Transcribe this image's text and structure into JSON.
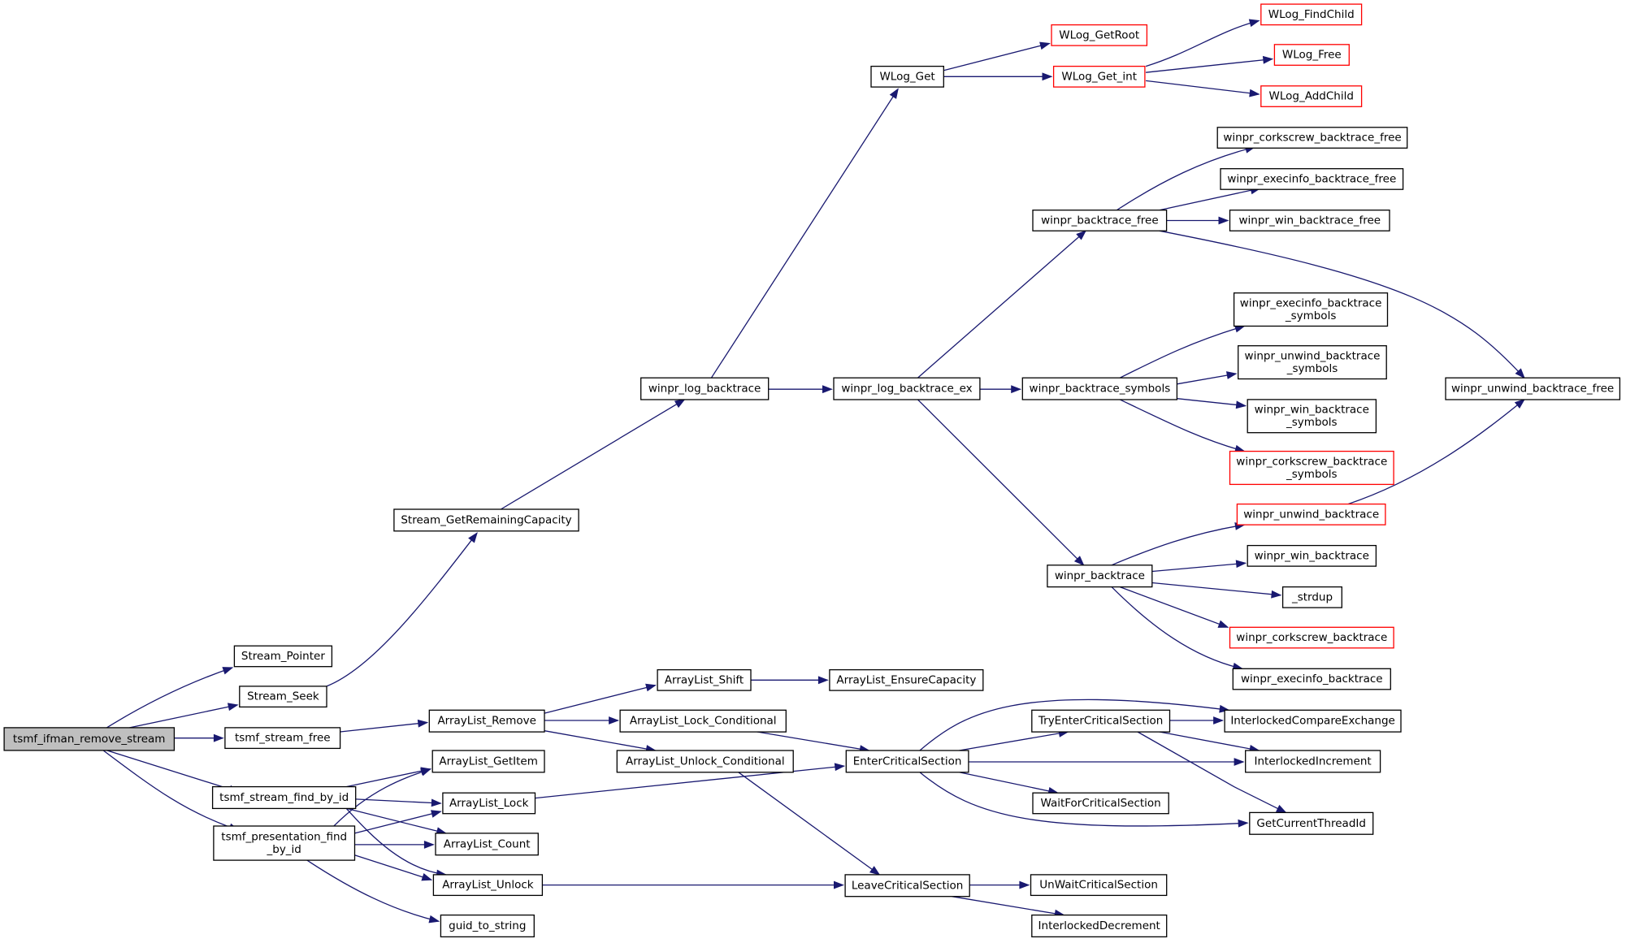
{
  "graph": {
    "nodes": [
      {
        "id": "root",
        "lines": [
          "tsmf_ifman_remove_stream"
        ],
        "root": true
      },
      {
        "id": "sp",
        "lines": [
          "Stream_Pointer"
        ]
      },
      {
        "id": "ss",
        "lines": [
          "Stream_Seek"
        ]
      },
      {
        "id": "sgrc",
        "lines": [
          "Stream_GetRemainingCapacity"
        ]
      },
      {
        "id": "wlb",
        "lines": [
          "winpr_log_backtrace"
        ]
      },
      {
        "id": "wg",
        "lines": [
          "WLog_Get"
        ]
      },
      {
        "id": "wgr",
        "lines": [
          "WLog_GetRoot"
        ],
        "red": true
      },
      {
        "id": "wgi",
        "lines": [
          "WLog_Get_int"
        ],
        "red": true
      },
      {
        "id": "wfc",
        "lines": [
          "WLog_FindChild"
        ],
        "red": true
      },
      {
        "id": "wfr",
        "lines": [
          "WLog_Free"
        ],
        "red": true
      },
      {
        "id": "wac",
        "lines": [
          "WLog_AddChild"
        ],
        "red": true
      },
      {
        "id": "wlbe",
        "lines": [
          "winpr_log_backtrace_ex"
        ]
      },
      {
        "id": "wbf",
        "lines": [
          "winpr_backtrace_free"
        ]
      },
      {
        "id": "wcbf",
        "lines": [
          "winpr_corkscrew_backtrace_free"
        ]
      },
      {
        "id": "webf",
        "lines": [
          "winpr_execinfo_backtrace_free"
        ]
      },
      {
        "id": "wwbf",
        "lines": [
          "winpr_win_backtrace_free"
        ]
      },
      {
        "id": "wubf",
        "lines": [
          "winpr_unwind_backtrace_free"
        ]
      },
      {
        "id": "wbs",
        "lines": [
          "winpr_backtrace_symbols"
        ]
      },
      {
        "id": "webs",
        "lines": [
          "winpr_execinfo_backtrace",
          "_symbols"
        ]
      },
      {
        "id": "wubs",
        "lines": [
          "winpr_unwind_backtrace",
          "_symbols"
        ]
      },
      {
        "id": "wwbs",
        "lines": [
          "winpr_win_backtrace",
          "_symbols"
        ]
      },
      {
        "id": "wcbs",
        "lines": [
          "winpr_corkscrew_backtrace",
          "_symbols"
        ],
        "red": true
      },
      {
        "id": "wb",
        "lines": [
          "winpr_backtrace"
        ]
      },
      {
        "id": "wub",
        "lines": [
          "winpr_unwind_backtrace"
        ],
        "red": true
      },
      {
        "id": "wwb",
        "lines": [
          "winpr_win_backtrace"
        ]
      },
      {
        "id": "strdup",
        "lines": [
          "_strdup"
        ]
      },
      {
        "id": "wcb",
        "lines": [
          "winpr_corkscrew_backtrace"
        ],
        "red": true
      },
      {
        "id": "web",
        "lines": [
          "winpr_execinfo_backtrace"
        ]
      },
      {
        "id": "tsf",
        "lines": [
          "tsmf_stream_free"
        ]
      },
      {
        "id": "alr",
        "lines": [
          "ArrayList_Remove"
        ]
      },
      {
        "id": "als",
        "lines": [
          "ArrayList_Shift"
        ]
      },
      {
        "id": "alec",
        "lines": [
          "ArrayList_EnsureCapacity"
        ]
      },
      {
        "id": "allc",
        "lines": [
          "ArrayList_Lock_Conditional"
        ]
      },
      {
        "id": "aluc",
        "lines": [
          "ArrayList_Unlock_Conditional"
        ]
      },
      {
        "id": "ecs",
        "lines": [
          "EnterCriticalSection"
        ]
      },
      {
        "id": "tecs",
        "lines": [
          "TryEnterCriticalSection"
        ]
      },
      {
        "id": "ice",
        "lines": [
          "InterlockedCompareExchange"
        ]
      },
      {
        "id": "ii",
        "lines": [
          "InterlockedIncrement"
        ]
      },
      {
        "id": "wfcs",
        "lines": [
          "WaitForCriticalSection"
        ]
      },
      {
        "id": "gcti",
        "lines": [
          "GetCurrentThreadId"
        ]
      },
      {
        "id": "lcs",
        "lines": [
          "LeaveCriticalSection"
        ]
      },
      {
        "id": "uwcs",
        "lines": [
          "UnWaitCriticalSection"
        ]
      },
      {
        "id": "id",
        "lines": [
          "InterlockedDecrement"
        ]
      },
      {
        "id": "tsfbi",
        "lines": [
          "tsmf_stream_find_by_id"
        ]
      },
      {
        "id": "tpfbi",
        "lines": [
          "tsmf_presentation_find",
          "_by_id"
        ]
      },
      {
        "id": "algi",
        "lines": [
          "ArrayList_GetItem"
        ]
      },
      {
        "id": "all",
        "lines": [
          "ArrayList_Lock"
        ]
      },
      {
        "id": "alc",
        "lines": [
          "ArrayList_Count"
        ]
      },
      {
        "id": "alu",
        "lines": [
          "ArrayList_Unlock"
        ]
      },
      {
        "id": "gts",
        "lines": [
          "guid_to_string"
        ]
      }
    ],
    "edges": [
      [
        "root",
        "sp"
      ],
      [
        "root",
        "ss"
      ],
      [
        "root",
        "tsf"
      ],
      [
        "root",
        "tsfbi"
      ],
      [
        "root",
        "tpfbi"
      ],
      [
        "ss",
        "sgrc"
      ],
      [
        "sgrc",
        "wlb"
      ],
      [
        "wlb",
        "wg"
      ],
      [
        "wlb",
        "wlbe"
      ],
      [
        "wg",
        "wgr"
      ],
      [
        "wg",
        "wgi"
      ],
      [
        "wgi",
        "wfc"
      ],
      [
        "wgi",
        "wfr"
      ],
      [
        "wgi",
        "wac"
      ],
      [
        "wlbe",
        "wbf"
      ],
      [
        "wlbe",
        "wbs"
      ],
      [
        "wlbe",
        "wb"
      ],
      [
        "wbf",
        "wcbf"
      ],
      [
        "wbf",
        "webf"
      ],
      [
        "wbf",
        "wwbf"
      ],
      [
        "wbf",
        "wubf"
      ],
      [
        "wbs",
        "webs"
      ],
      [
        "wbs",
        "wubs"
      ],
      [
        "wbs",
        "wwbs"
      ],
      [
        "wbs",
        "wcbs"
      ],
      [
        "wb",
        "wub"
      ],
      [
        "wb",
        "wwb"
      ],
      [
        "wb",
        "strdup"
      ],
      [
        "wb",
        "wcb"
      ],
      [
        "wb",
        "web"
      ],
      [
        "wub",
        "wubf"
      ],
      [
        "tsf",
        "alr"
      ],
      [
        "alr",
        "als"
      ],
      [
        "alr",
        "allc"
      ],
      [
        "alr",
        "aluc"
      ],
      [
        "als",
        "alec"
      ],
      [
        "allc",
        "ecs"
      ],
      [
        "aluc",
        "lcs"
      ],
      [
        "ecs",
        "tecs"
      ],
      [
        "ecs",
        "ice"
      ],
      [
        "ecs",
        "ii"
      ],
      [
        "ecs",
        "wfcs"
      ],
      [
        "ecs",
        "gcti"
      ],
      [
        "tecs",
        "ice"
      ],
      [
        "tecs",
        "ii"
      ],
      [
        "tecs",
        "gcti"
      ],
      [
        "lcs",
        "uwcs"
      ],
      [
        "lcs",
        "id"
      ],
      [
        "tsfbi",
        "algi"
      ],
      [
        "tsfbi",
        "all"
      ],
      [
        "tsfbi",
        "alc"
      ],
      [
        "tsfbi",
        "alu"
      ],
      [
        "tpfbi",
        "algi"
      ],
      [
        "tpfbi",
        "all"
      ],
      [
        "tpfbi",
        "alc"
      ],
      [
        "tpfbi",
        "alu"
      ],
      [
        "tpfbi",
        "gts"
      ],
      [
        "all",
        "ecs"
      ],
      [
        "alu",
        "lcs"
      ]
    ]
  }
}
